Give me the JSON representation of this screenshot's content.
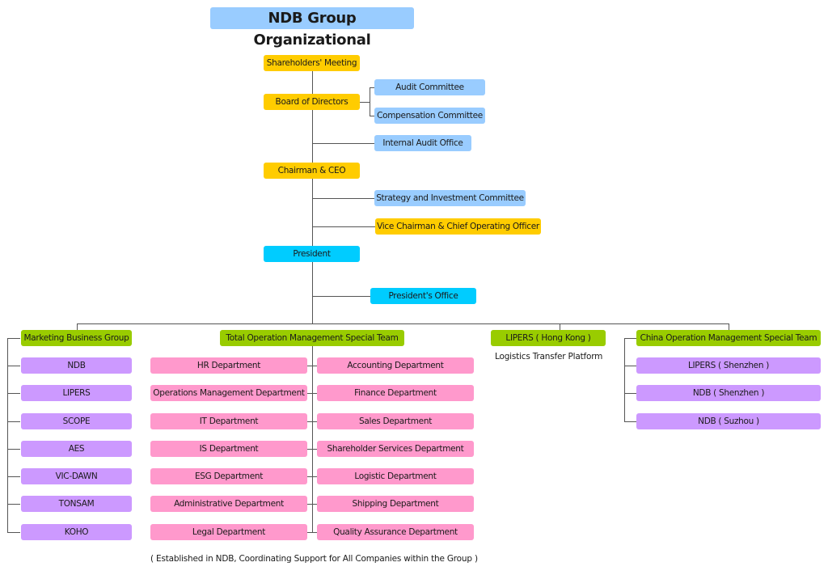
{
  "title": "NDB Group Organizational",
  "top_chain": {
    "shareholders": "Shareholders' Meeting",
    "board": "Board of Directors",
    "audit_committee": "Audit Committee",
    "compensation_committee": "Compensation Committee",
    "internal_audit": "Internal Audit Office",
    "chairman": "Chairman & CEO",
    "strategy_committee": "Strategy and Investment Committee",
    "vice_chairman": "Vice Chairman & Chief Operating Officer",
    "president": "President",
    "presidents_office": "President's Office"
  },
  "groups": {
    "marketing": {
      "label": "Marketing Business Group",
      "items": [
        "NDB",
        "LIPERS",
        "SCOPE",
        "AES",
        "VIC-DAWN",
        "TONSAM",
        "KOHO"
      ]
    },
    "total_ops": {
      "label": "Total Operation Management Special Team",
      "left": [
        "HR Department",
        "Operations Management Department",
        "IT Department",
        "IS Department",
        "ESG Department",
        "Administrative Department",
        "Legal Department"
      ],
      "right": [
        "Accounting Department",
        "Finance Department",
        "Sales Department",
        "Shareholder Services Department",
        "Logistic Department",
        "Shipping Department",
        "Quality Assurance Department"
      ],
      "note": "( Established in NDB, Coordinating Support for All Companies within the Group )"
    },
    "lipers_hk": {
      "label": "LIPERS ( Hong Kong )",
      "note": "Logistics Transfer Platform"
    },
    "china_ops": {
      "label": "China Operation Management Special Team",
      "items": [
        "LIPERS ( Shenzhen )",
        "NDB ( Shenzhen )",
        "NDB ( Suzhou )"
      ]
    }
  },
  "colors": {
    "executive": "#ffcc00",
    "committee": "#99ccff",
    "president": "#00ccff",
    "group": "#99cc00",
    "company": "#cc99ff",
    "department": "#ff99cc"
  }
}
